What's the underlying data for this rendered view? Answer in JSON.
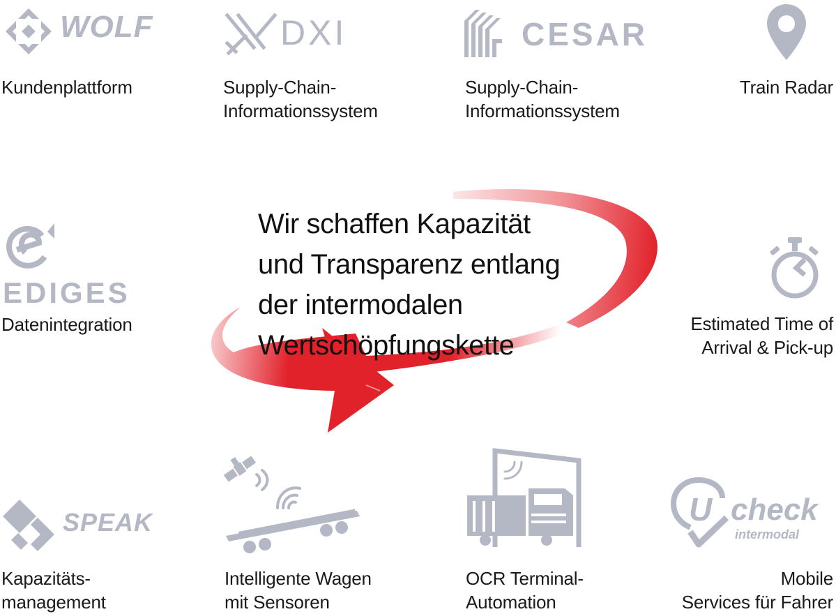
{
  "colors": {
    "logo_gray": "#b3b8c4",
    "arrow_red": "#e2222b",
    "text": "#1a1a1a"
  },
  "headline": {
    "lines": [
      "Wir schaffen Kapazität",
      "und Transparenz entlang",
      "der intermodalen",
      "Wertschöpfungskette"
    ]
  },
  "tiles": {
    "wolf": {
      "wordmark": "WOLF",
      "caption": [
        "Kundenplattform"
      ],
      "icon": "wolf-diamond-logo"
    },
    "xdxi": {
      "wordmark": "DXI",
      "caption": [
        "Supply-Chain-",
        "Informationssystem"
      ],
      "icon": "xdxi-x-logo"
    },
    "cesar": {
      "wordmark": "CESAR",
      "caption": [
        "Supply-Chain-",
        "Informationssystem"
      ],
      "icon": "cesar-stripes-logo"
    },
    "train_radar": {
      "caption": [
        "Train Radar"
      ],
      "icon": "map-pin-icon"
    },
    "ediges": {
      "wordmark": "EDIGES",
      "caption": [
        "Datenintegration"
      ],
      "icon": "ediges-e-logo"
    },
    "eta": {
      "caption": [
        "Estimated Time of",
        "Arrival & Pick-up"
      ],
      "icon": "stopwatch-icon"
    },
    "speak": {
      "wordmark": "SPEAK",
      "caption": [
        "Kapazitäts-",
        "management"
      ],
      "icon": "speak-diamond-logo"
    },
    "wagon": {
      "caption": [
        "Intelligente Wagen",
        "mit Sensoren"
      ],
      "icon": "satellite-wagon-icon"
    },
    "ocr": {
      "caption": [
        "OCR Terminal-",
        "Automation"
      ],
      "icon": "ocr-gate-truck-icon"
    },
    "ucheck": {
      "wordmark_u": "U",
      "wordmark": "check",
      "wordmark_sub": "intermodal",
      "caption": [
        "Mobile",
        "Services für Fahrer"
      ],
      "icon": "ucheck-logo"
    }
  }
}
